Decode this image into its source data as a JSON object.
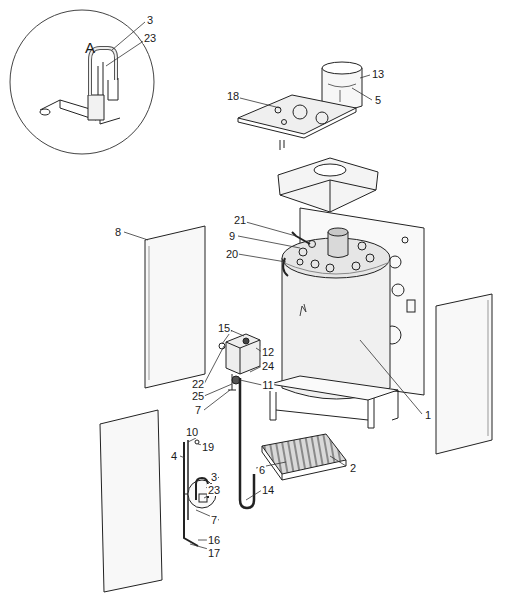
{
  "diagram": {
    "labels": [
      "A",
      "3",
      "23",
      "13",
      "5",
      "18",
      "21",
      "9",
      "20",
      "8",
      "15",
      "12",
      "24",
      "22",
      "25",
      "11",
      "7",
      "1",
      "10",
      "19",
      "4",
      "3",
      "23",
      "6",
      "2",
      "14",
      "7",
      "16",
      "17"
    ]
  }
}
